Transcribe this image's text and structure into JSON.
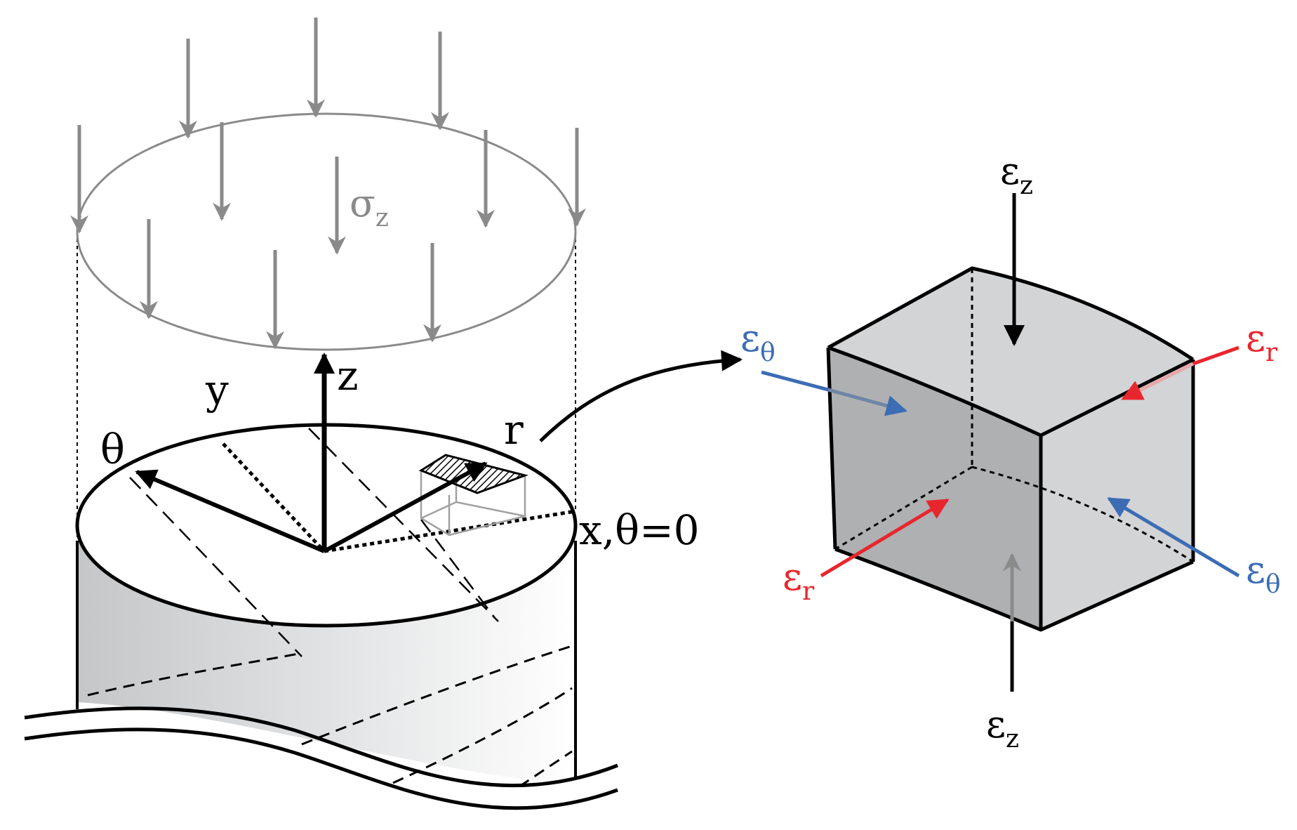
{
  "left_figure": {
    "labels": {
      "sigma": "σ",
      "sigma_sub": "z",
      "z_axis": "z",
      "y_axis": "y",
      "theta_axis": "θ",
      "r_axis": "r",
      "x_axis": "x,θ=0"
    }
  },
  "right_figure": {
    "labels": {
      "eps_z_top": "ε",
      "eps_z_top_sub": "z",
      "eps_z_bottom": "ε",
      "eps_z_bottom_sub": "z",
      "eps_theta_left": "ε",
      "eps_theta_left_sub": "θ",
      "eps_theta_right": "ε",
      "eps_theta_right_sub": "θ",
      "eps_r_left": "ε",
      "eps_r_left_sub": "r",
      "eps_r_right": "ε",
      "eps_r_right_sub": "r"
    }
  },
  "colors": {
    "black": "#000000",
    "gray_arrow": "#8a8a8a",
    "red": "#e8262d",
    "blue": "#3c6cb4",
    "cube_fill": "#d2d4d6",
    "cube_dark": "#aeb0b2"
  }
}
